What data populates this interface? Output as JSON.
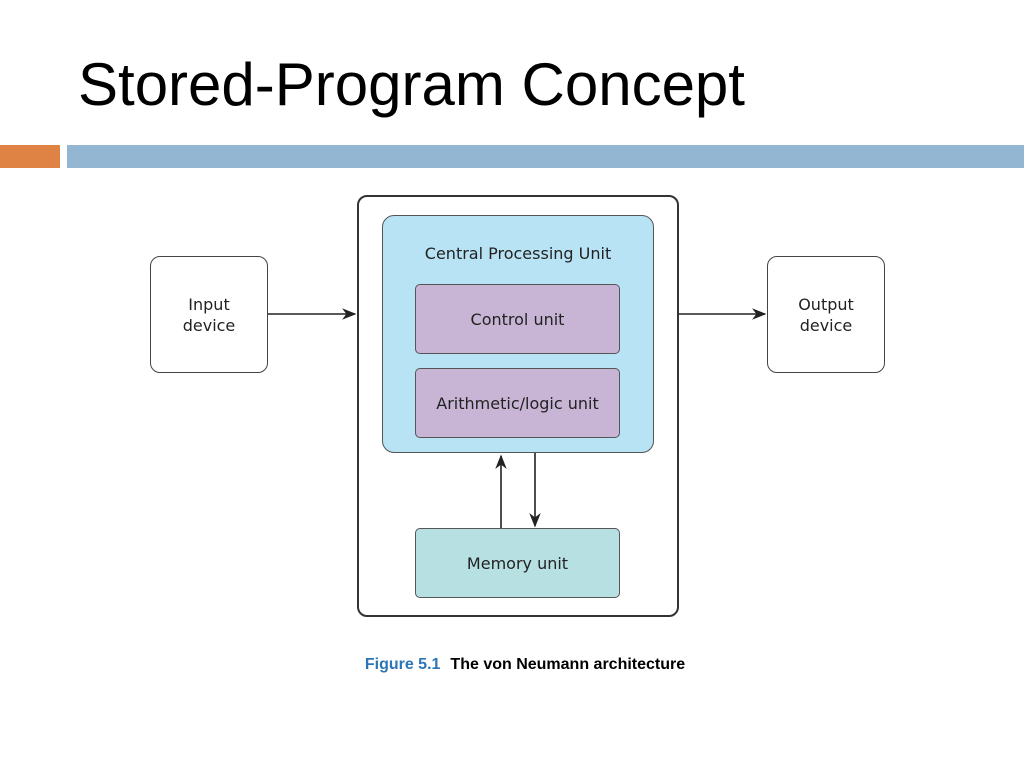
{
  "title": "Stored-Program Concept",
  "colors": {
    "accent_orange": "#DE8344",
    "accent_blue": "#93B6D3",
    "cpu_fill": "#B8E3F5",
    "unit_fill": "#C8B5D6",
    "memory_fill": "#B7E0E3",
    "caption_blue": "#2E75B6"
  },
  "diagram": {
    "input_device": "Input\ndevice",
    "output_device": "Output\ndevice",
    "cpu": {
      "label": "Central Processing Unit",
      "control_unit": "Control unit",
      "alu": "Arithmetic/logic unit"
    },
    "memory_unit": "Memory unit"
  },
  "caption": {
    "figure_number": "Figure 5.1",
    "text": "The von Neumann architecture"
  }
}
